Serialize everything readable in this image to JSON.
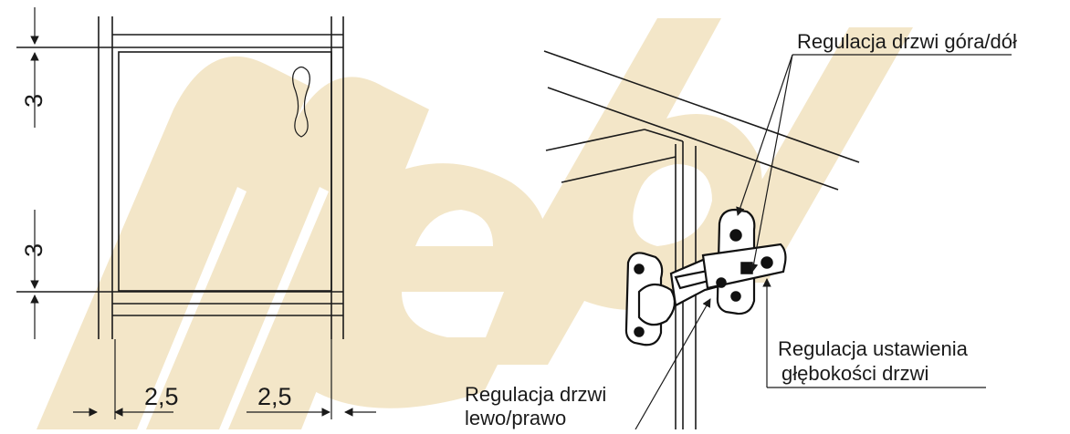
{
  "dimensions": {
    "top_gap": "3",
    "bottom_gap": "3",
    "left_gap": "2,5",
    "right_gap": "2,5"
  },
  "labels": {
    "up_down": "Regulacja drzwi góra/dół",
    "depth_line1": "Regulacja ustawienia",
    "depth_line2": "głębokości drzwi",
    "left_right_line1": "Regulacja drzwi",
    "left_right_line2": "lewo/prawo"
  },
  "watermark": {
    "text": "meble",
    "color": "#f3e6c8"
  },
  "colors": {
    "ink": "#1a1a1a",
    "background": "#ffffff"
  }
}
